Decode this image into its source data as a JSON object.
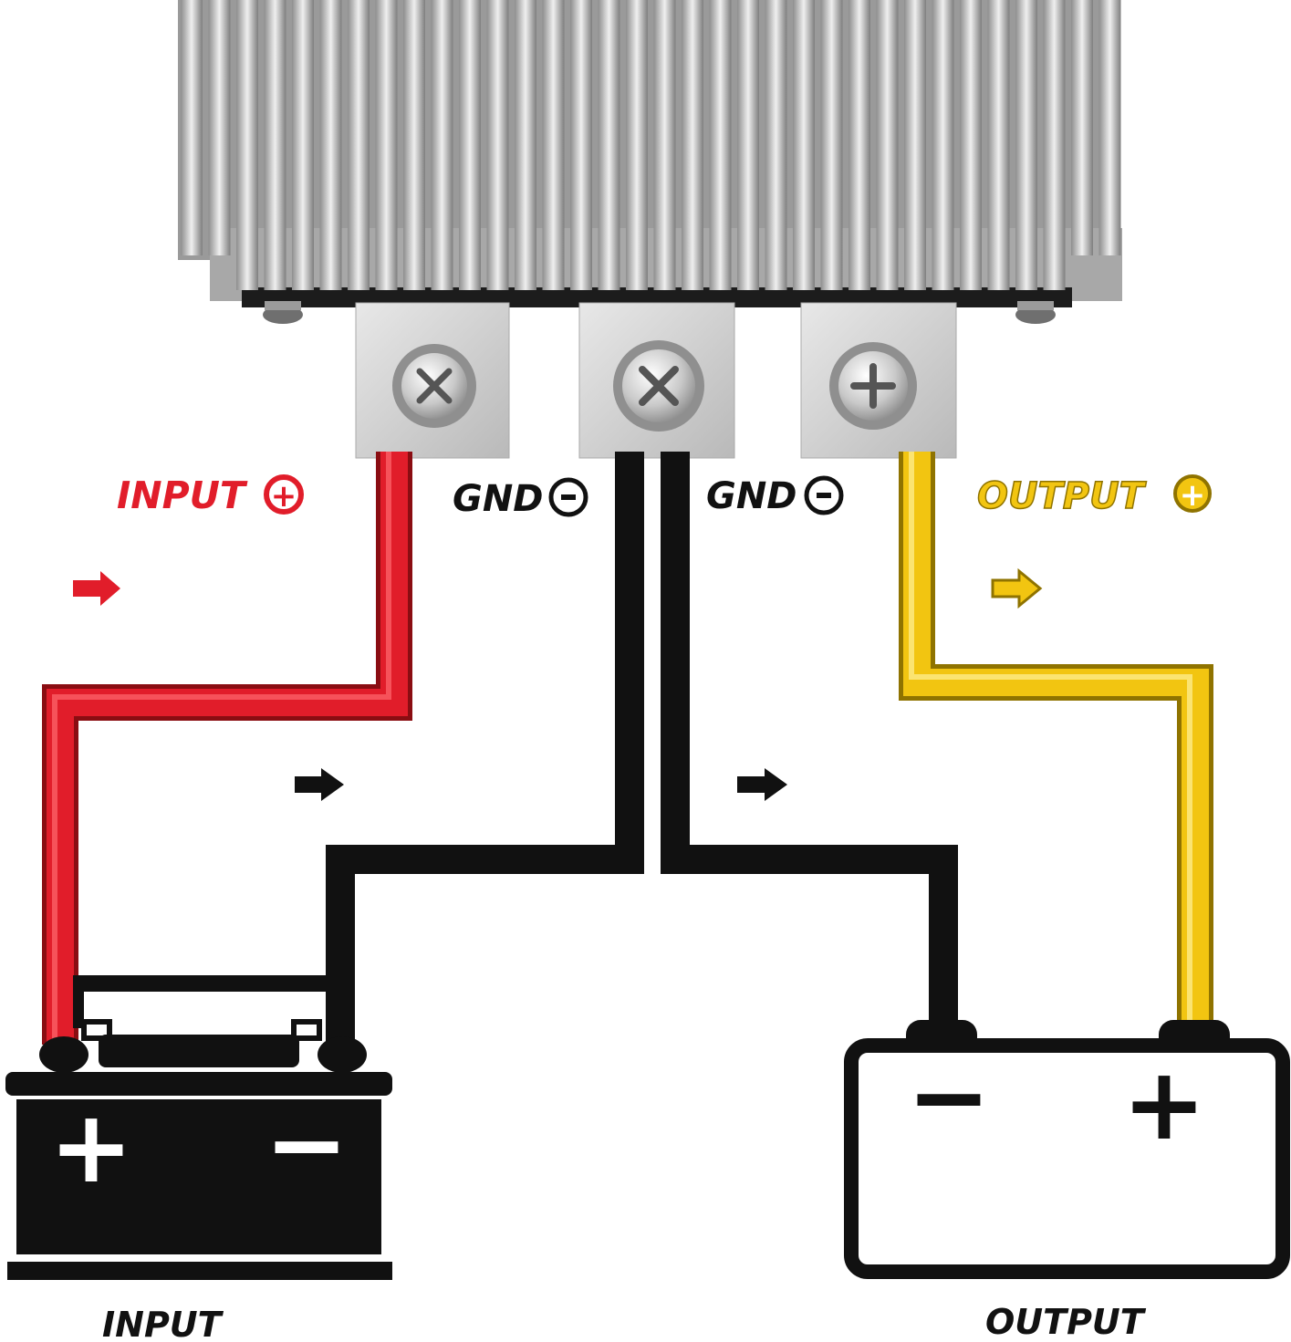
{
  "labels": {
    "input_plus": "INPUT",
    "gnd_left": "GND",
    "gnd_right": "GND",
    "output_plus": "OUTPUT",
    "input_battery": "INPUT",
    "output_battery": "OUTPUT"
  },
  "terminal_symbols": {
    "plus": "+",
    "minus": "−"
  },
  "battery_symbols": {
    "input_left": "+",
    "input_right": "−",
    "output_left": "−",
    "output_right": "+"
  },
  "colors": {
    "positive_input_wire": "#e11d2a",
    "ground_wire": "#111111",
    "positive_output_wire": "#f2c511",
    "output_label": "#e6b800",
    "input_label": "#e11d2a",
    "heatsink": "#b8b8b8"
  },
  "icons": [
    "heatsink-converter",
    "screw-terminal",
    "arrow-right",
    "battery"
  ]
}
